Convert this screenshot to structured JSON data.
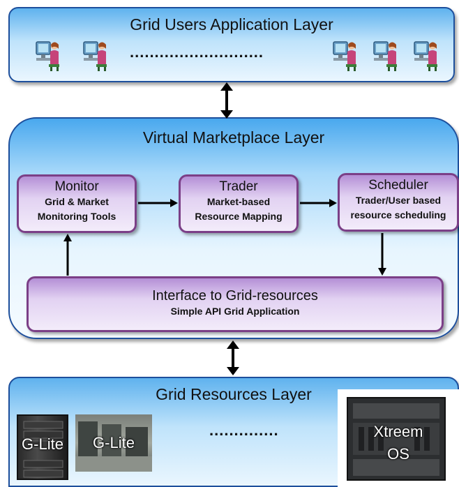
{
  "top_layer": {
    "title": "Grid Users Application Layer",
    "dots": "...........................",
    "user_icons": [
      "user-computer-icon",
      "user-computer-icon",
      "user-computer-icon",
      "user-computer-icon",
      "user-computer-icon"
    ]
  },
  "middle_layer": {
    "title": "Virtual Marketplace Layer",
    "monitor": {
      "title": "Monitor",
      "line1": "Grid & Market",
      "line2": "Monitoring Tools"
    },
    "trader": {
      "title": "Trader",
      "line1": "Market-based",
      "line2": "Resource Mapping"
    },
    "scheduler": {
      "title": "Scheduler",
      "line1": "Trader/User based",
      "line2": "resource scheduling"
    },
    "interface": {
      "title": "Interface to Grid-resources",
      "subtitle": "Simple API Grid Application"
    }
  },
  "bottom_layer": {
    "title": "Grid Resources Layer",
    "dots": "..............",
    "resource1_label": "G-Lite",
    "resource2_label": "G-Lite",
    "resource3_label_line1": "Xtreem",
    "resource3_label_line2": "OS"
  },
  "colors": {
    "layer_border": "#1d4f9c",
    "layer_fill_top": "#5fb2ee",
    "box_border": "#7b3f87",
    "box_fill": "#e2d2f2",
    "arrow": "#000000"
  }
}
